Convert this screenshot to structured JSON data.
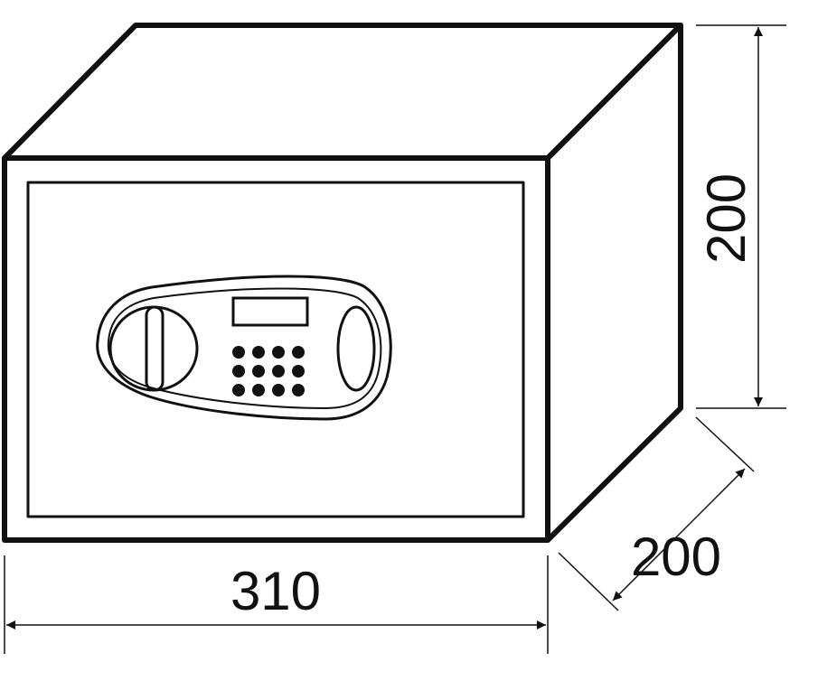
{
  "dimensions": {
    "width": "310",
    "height": "200",
    "depth": "200"
  },
  "colors": {
    "stroke": "#111111",
    "background": "#ffffff"
  }
}
